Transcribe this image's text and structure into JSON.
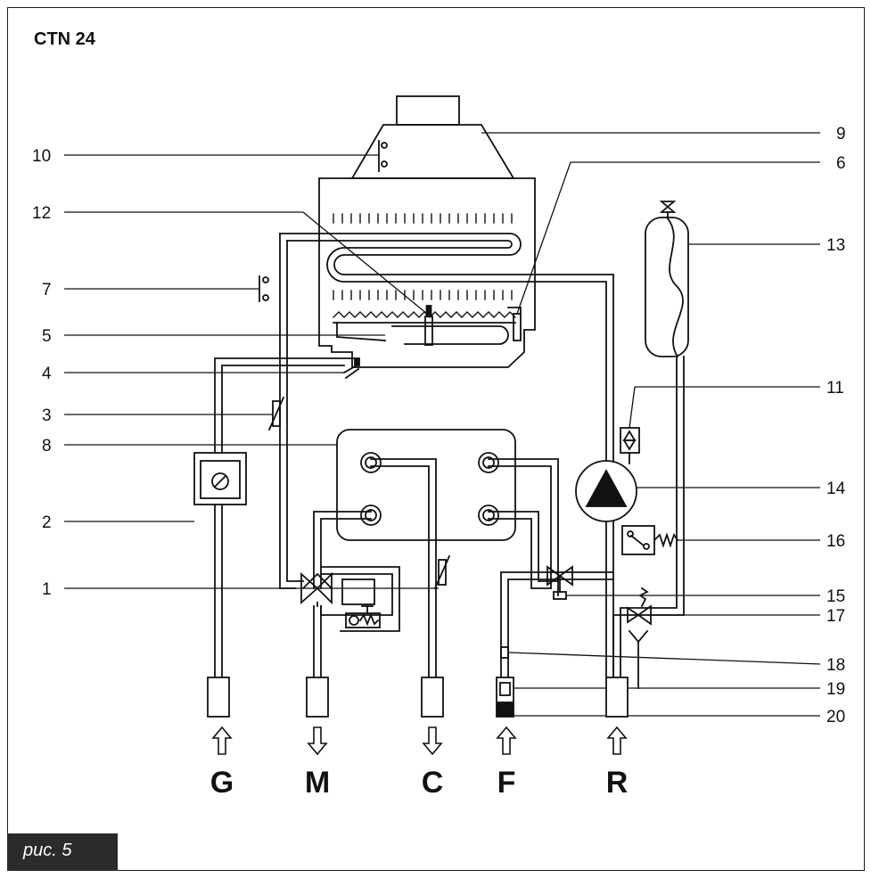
{
  "title": "CTN 24",
  "caption": "рис. 5",
  "labels_left": [
    "10",
    "12",
    "7",
    "5",
    "4",
    "3",
    "8",
    "2",
    "1"
  ],
  "labels_right": [
    "9",
    "6",
    "13",
    "11",
    "14",
    "16",
    "15",
    "17",
    "18",
    "19",
    "20"
  ],
  "connections": [
    "G",
    "M",
    "C",
    "F",
    "R"
  ],
  "connection_directions": [
    "in",
    "out",
    "out",
    "in",
    "in"
  ]
}
